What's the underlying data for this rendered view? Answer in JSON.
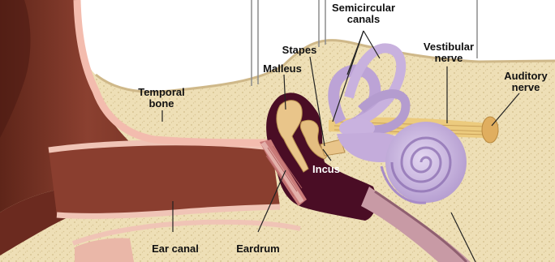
{
  "labels": {
    "semicircular_canals": "Semicircular\ncanals",
    "stapes": "Stapes",
    "malleus": "Malleus",
    "vestibular_nerve": "Vestibular\nnerve",
    "auditory_nerve": "Auditory\nnerve",
    "temporal_bone": "Temporal\nbone",
    "incus": "Incus",
    "ear_canal": "Ear canal",
    "eardrum": "Eardrum"
  },
  "colors": {
    "bone": "#eedfb6",
    "bone_spots": "#d8c493",
    "skin": "#7a3527",
    "cartilage": "#f0c4b6",
    "middle_ear": "#4a0d25",
    "inner_ear": "#c8b1de",
    "nerve": "#eccb7e"
  }
}
